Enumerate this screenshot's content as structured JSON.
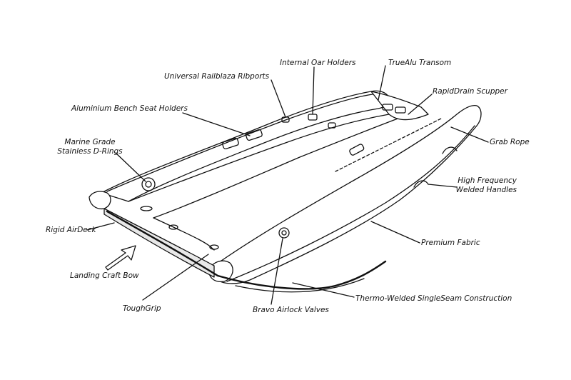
{
  "callouts": {
    "internal_oar_holders": "Internal Oar Holders",
    "truealu_transom": "TrueAlu Transom",
    "universal_railblaza_ribports": "Universal Railblaza Ribports",
    "rapiddrain_scupper": "RapidDrain Scupper",
    "aluminium_bench_seat_holders": "Aluminium Bench Seat Holders",
    "grab_rope": "Grab Rope",
    "marine_grade_line1": "Marine Grade",
    "marine_grade_line2": "Stainless D-Rings",
    "high_frequency_line1": "High Frequency",
    "high_frequency_line2": "Welded Handles",
    "rigid_airdeck": "Rigid AirDeck",
    "premium_fabric": "Premium Fabric",
    "landing_craft_bow": "Landing Craft Bow",
    "toughgrip": "ToughGrip",
    "bravo_airlock_valves": "Bravo Airlock Valves",
    "thermo_welded": "Thermo-Welded SingleSeam Construction"
  },
  "colors": {
    "ink": "#111111",
    "paper": "#ffffff",
    "shade": "#e8e8e8"
  }
}
